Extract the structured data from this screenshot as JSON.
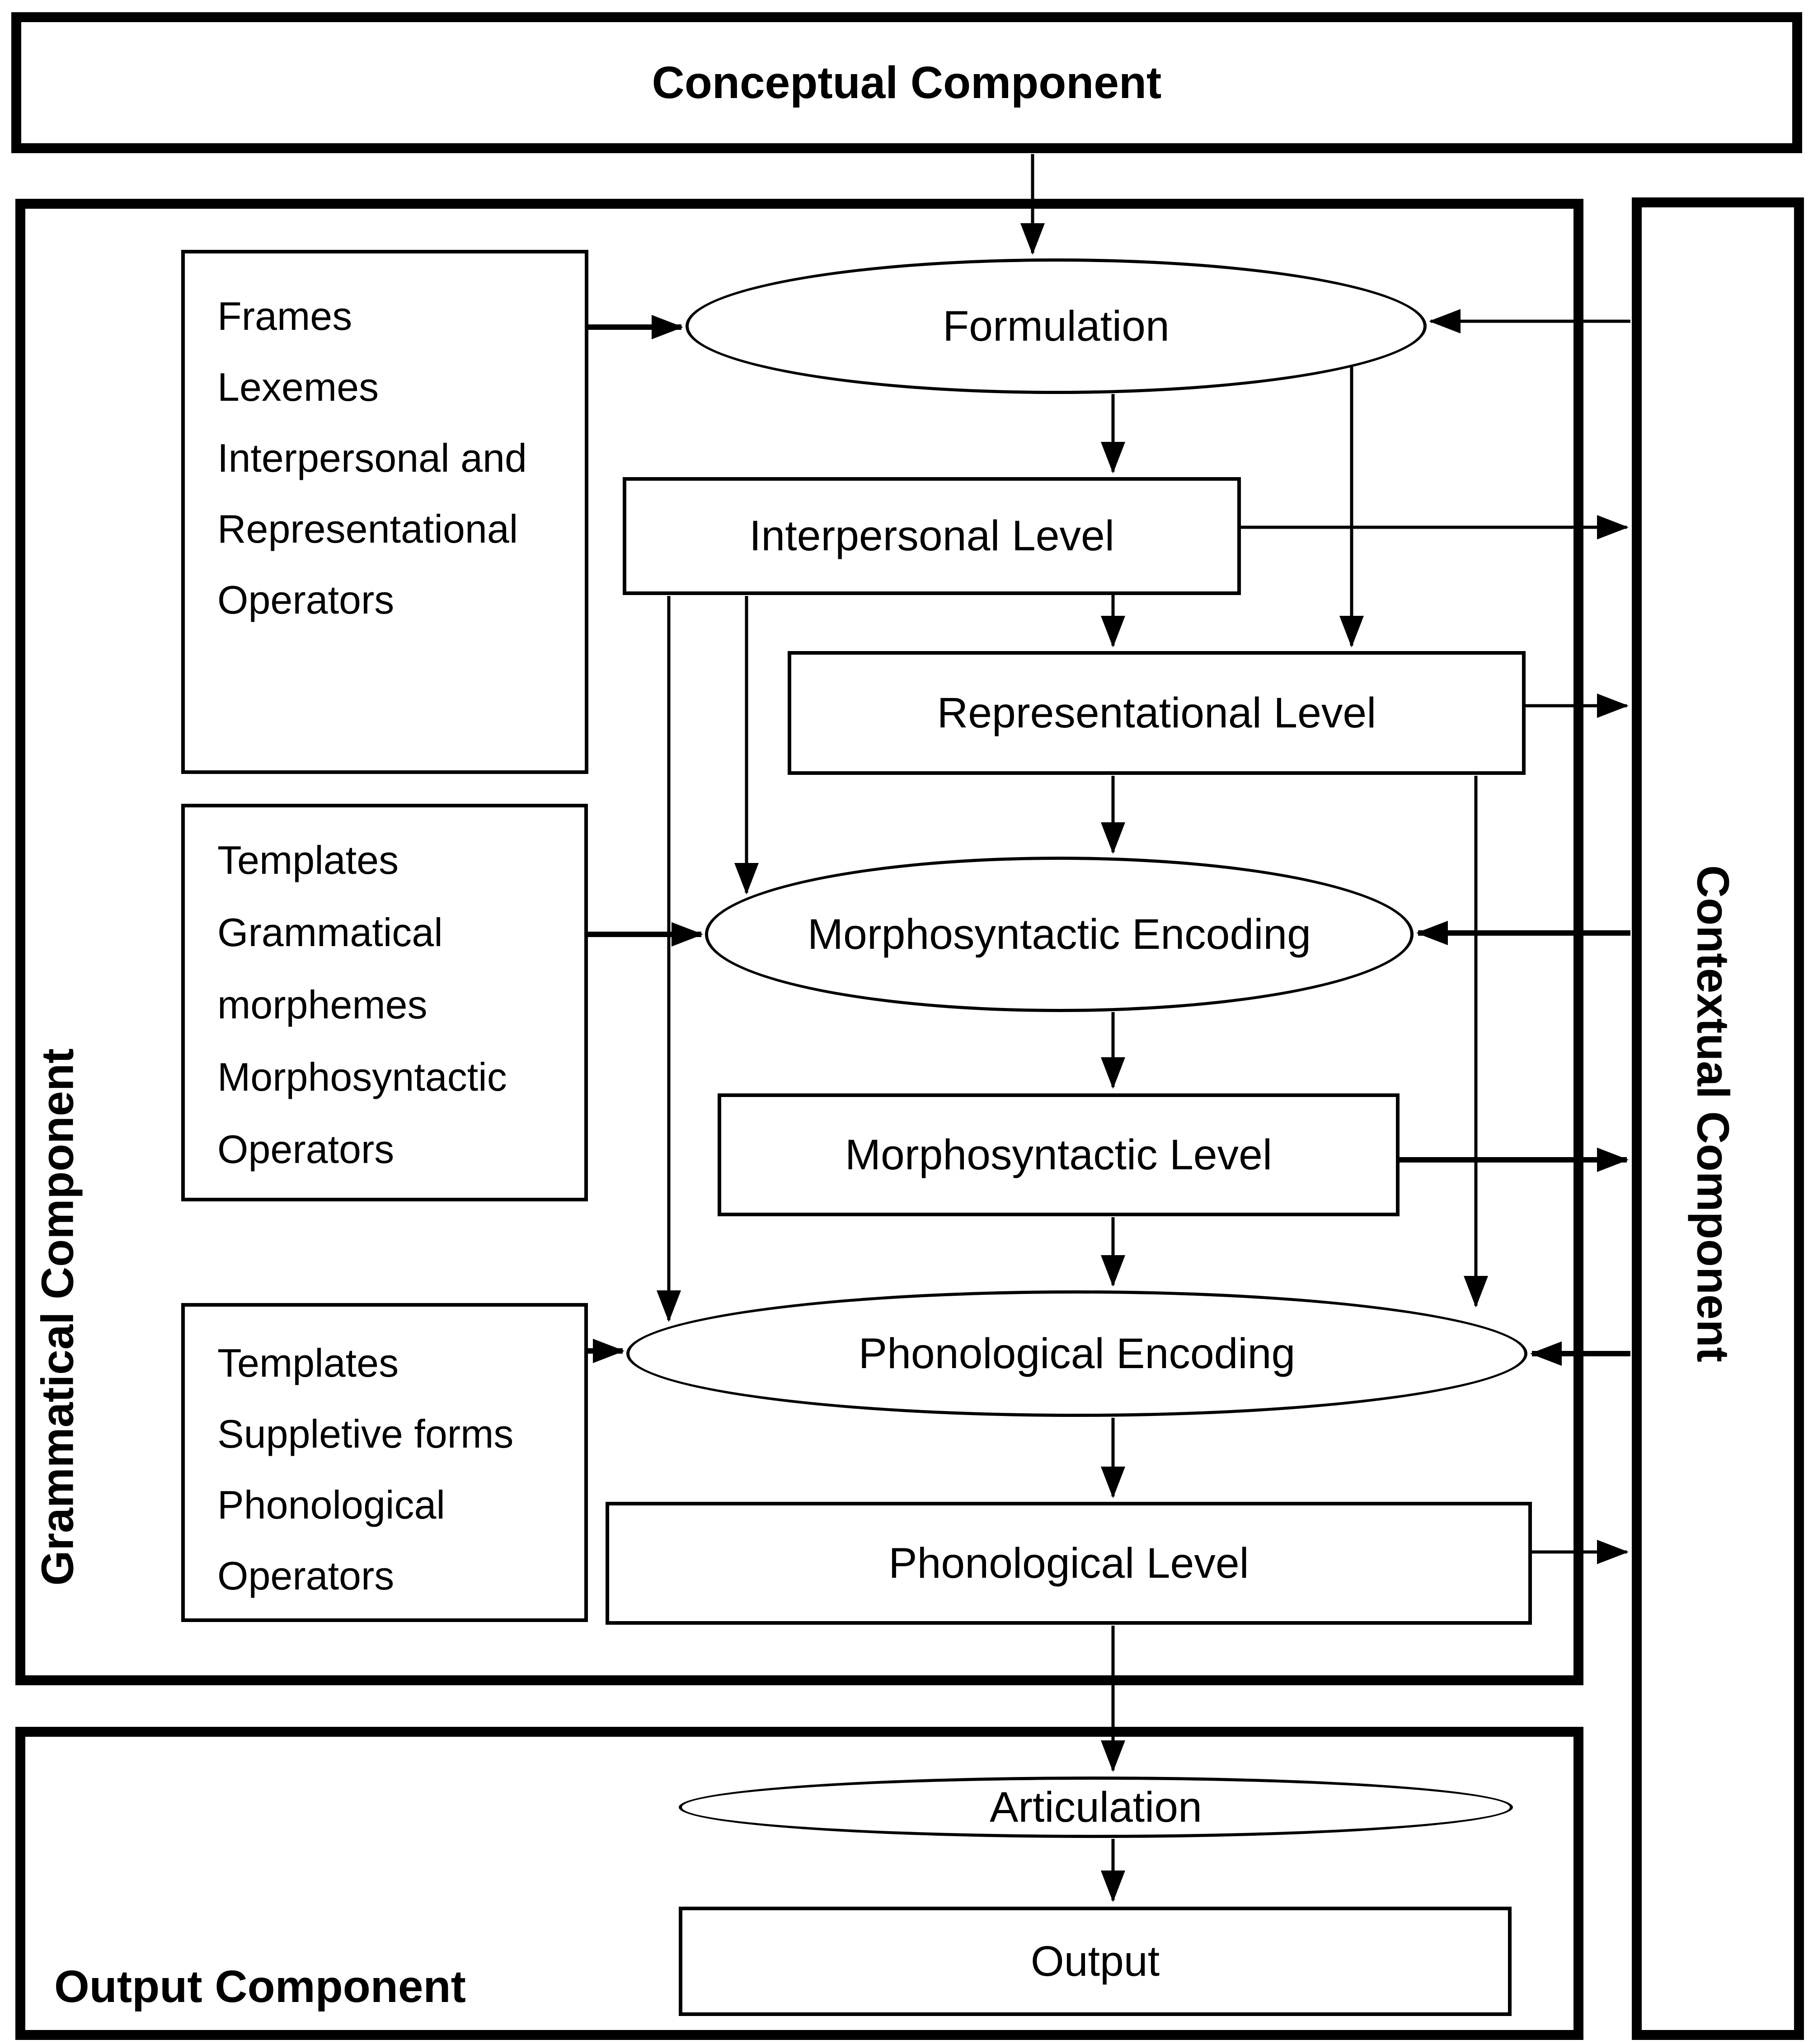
{
  "components": {
    "conceptual": {
      "title": "Conceptual Component"
    },
    "grammatical": {
      "title": "Grammatical Component"
    },
    "contextual": {
      "title": "Contextual Component"
    },
    "output": {
      "title": "Output Component"
    }
  },
  "lexicon_boxes": {
    "primitives_formulation": {
      "lines": [
        "Frames",
        "Lexemes",
        "Interpersonal and",
        "Representational",
        "Operators"
      ]
    },
    "primitives_morphosyntactic": {
      "lines": [
        "Templates",
        "Grammatical",
        "morphemes",
        "Morphosyntactic",
        "Operators"
      ]
    },
    "primitives_phonological": {
      "lines": [
        "Templates",
        "Suppletive forms",
        "Phonological",
        "Operators"
      ]
    }
  },
  "nodes": {
    "formulation": "Formulation",
    "interpersonal_level": "Interpersonal Level",
    "representational_level": "Representational Level",
    "morphosyntactic_encoding": "Morphosyntactic Encoding",
    "morphosyntactic_level": "Morphosyntactic Level",
    "phonological_encoding": "Phonological Encoding",
    "phonological_level": "Phonological Level",
    "articulation": "Articulation",
    "output": "Output"
  },
  "colors": {
    "line": "#000000",
    "background": "#ffffff"
  }
}
